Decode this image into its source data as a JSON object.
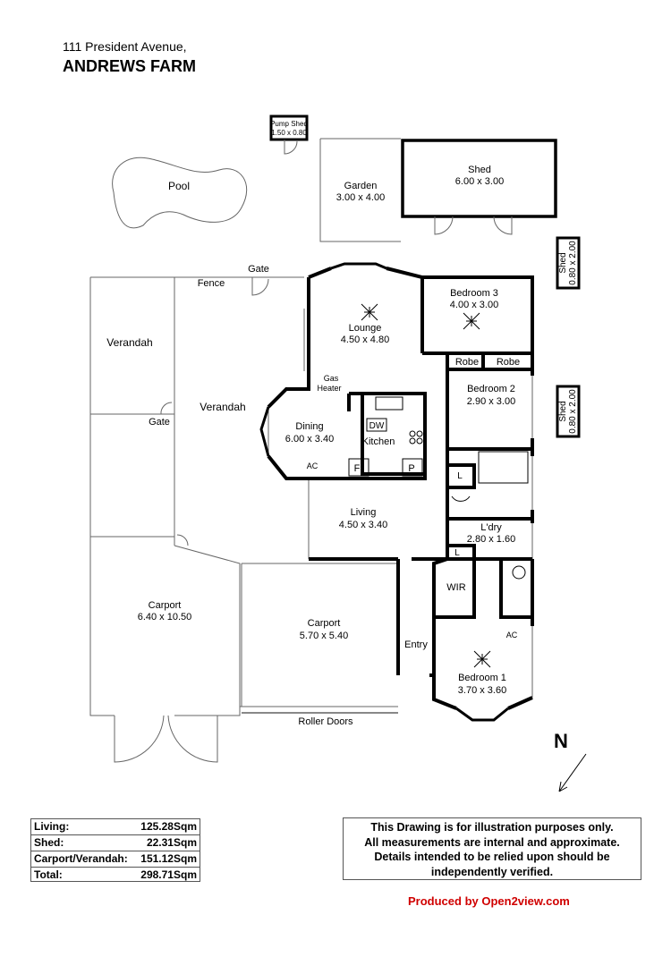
{
  "address": {
    "street": "111 President Avenue,",
    "suburb": "ANDREWS FARM"
  },
  "rooms": {
    "pump_shed": {
      "name": "Pump Shed",
      "size": "1.50 x 0.80"
    },
    "pool": {
      "name": "Pool"
    },
    "garden": {
      "name": "Garden",
      "size": "3.00 x 4.00"
    },
    "shed_main": {
      "name": "Shed",
      "size": "6.00 x 3.00"
    },
    "shed_upper": {
      "name": "Shed",
      "size": "0.80 x 2.00"
    },
    "shed_lower": {
      "name": "Shed",
      "size": "0.80 x 2.00"
    },
    "lounge": {
      "name": "Lounge",
      "size": "4.50 x 4.80"
    },
    "bedroom3": {
      "name": "Bedroom 3",
      "size": "4.00 x 3.00"
    },
    "robe_left": {
      "name": "Robe"
    },
    "robe_right": {
      "name": "Robe"
    },
    "bedroom2": {
      "name": "Bedroom 2",
      "size": "2.90 x 3.00"
    },
    "verandah_left": {
      "name": "Verandah"
    },
    "verandah_right": {
      "name": "Verandah"
    },
    "gas_heater": {
      "line1": "Gas",
      "line2": "Heater"
    },
    "dining": {
      "name": "Dining",
      "size": "6.00 x 3.40"
    },
    "kitchen": {
      "name": "Kitchen"
    },
    "dw": "DW",
    "fridge": "F",
    "pantry": "P",
    "ac_dining": "AC",
    "linen": "L",
    "living": {
      "name": "Living",
      "size": "4.50 x 3.40"
    },
    "laundry": {
      "name": "L'dry",
      "size": "2.80 x 1.60"
    },
    "linen2": "L",
    "wir": {
      "name": "WIR"
    },
    "carport_left": {
      "name": "Carport",
      "size": "6.40 x 10.50"
    },
    "carport_mid": {
      "name": "Carport",
      "size": "5.70 x 5.40"
    },
    "entry": {
      "name": "Entry"
    },
    "bedroom1": {
      "name": "Bedroom 1",
      "size": "3.70 x 3.60"
    },
    "ac_bed1": "AC"
  },
  "labels": {
    "gate_top": "Gate",
    "fence": "Fence",
    "gate_left": "Gate",
    "roller_doors": "Roller Doors",
    "north": "N"
  },
  "areas": [
    {
      "label": "Living:",
      "value": "125.28Sqm"
    },
    {
      "label": "Shed:",
      "value": "22.31Sqm"
    },
    {
      "label": "Carport/Verandah:",
      "value": "151.12Sqm"
    },
    {
      "label": "Total:",
      "value": "298.71Sqm"
    }
  ],
  "disclaimer": {
    "line1": "This Drawing is for illustration purposes only.",
    "line2": "All measurements are internal and approximate.",
    "line3": "Details intended to be relied upon should be",
    "line4": "independently verified."
  },
  "produced_by": "Produced by Open2view.com",
  "colors": {
    "wall": "#000000",
    "thin_line": "#666666",
    "produced": "#d00000"
  }
}
